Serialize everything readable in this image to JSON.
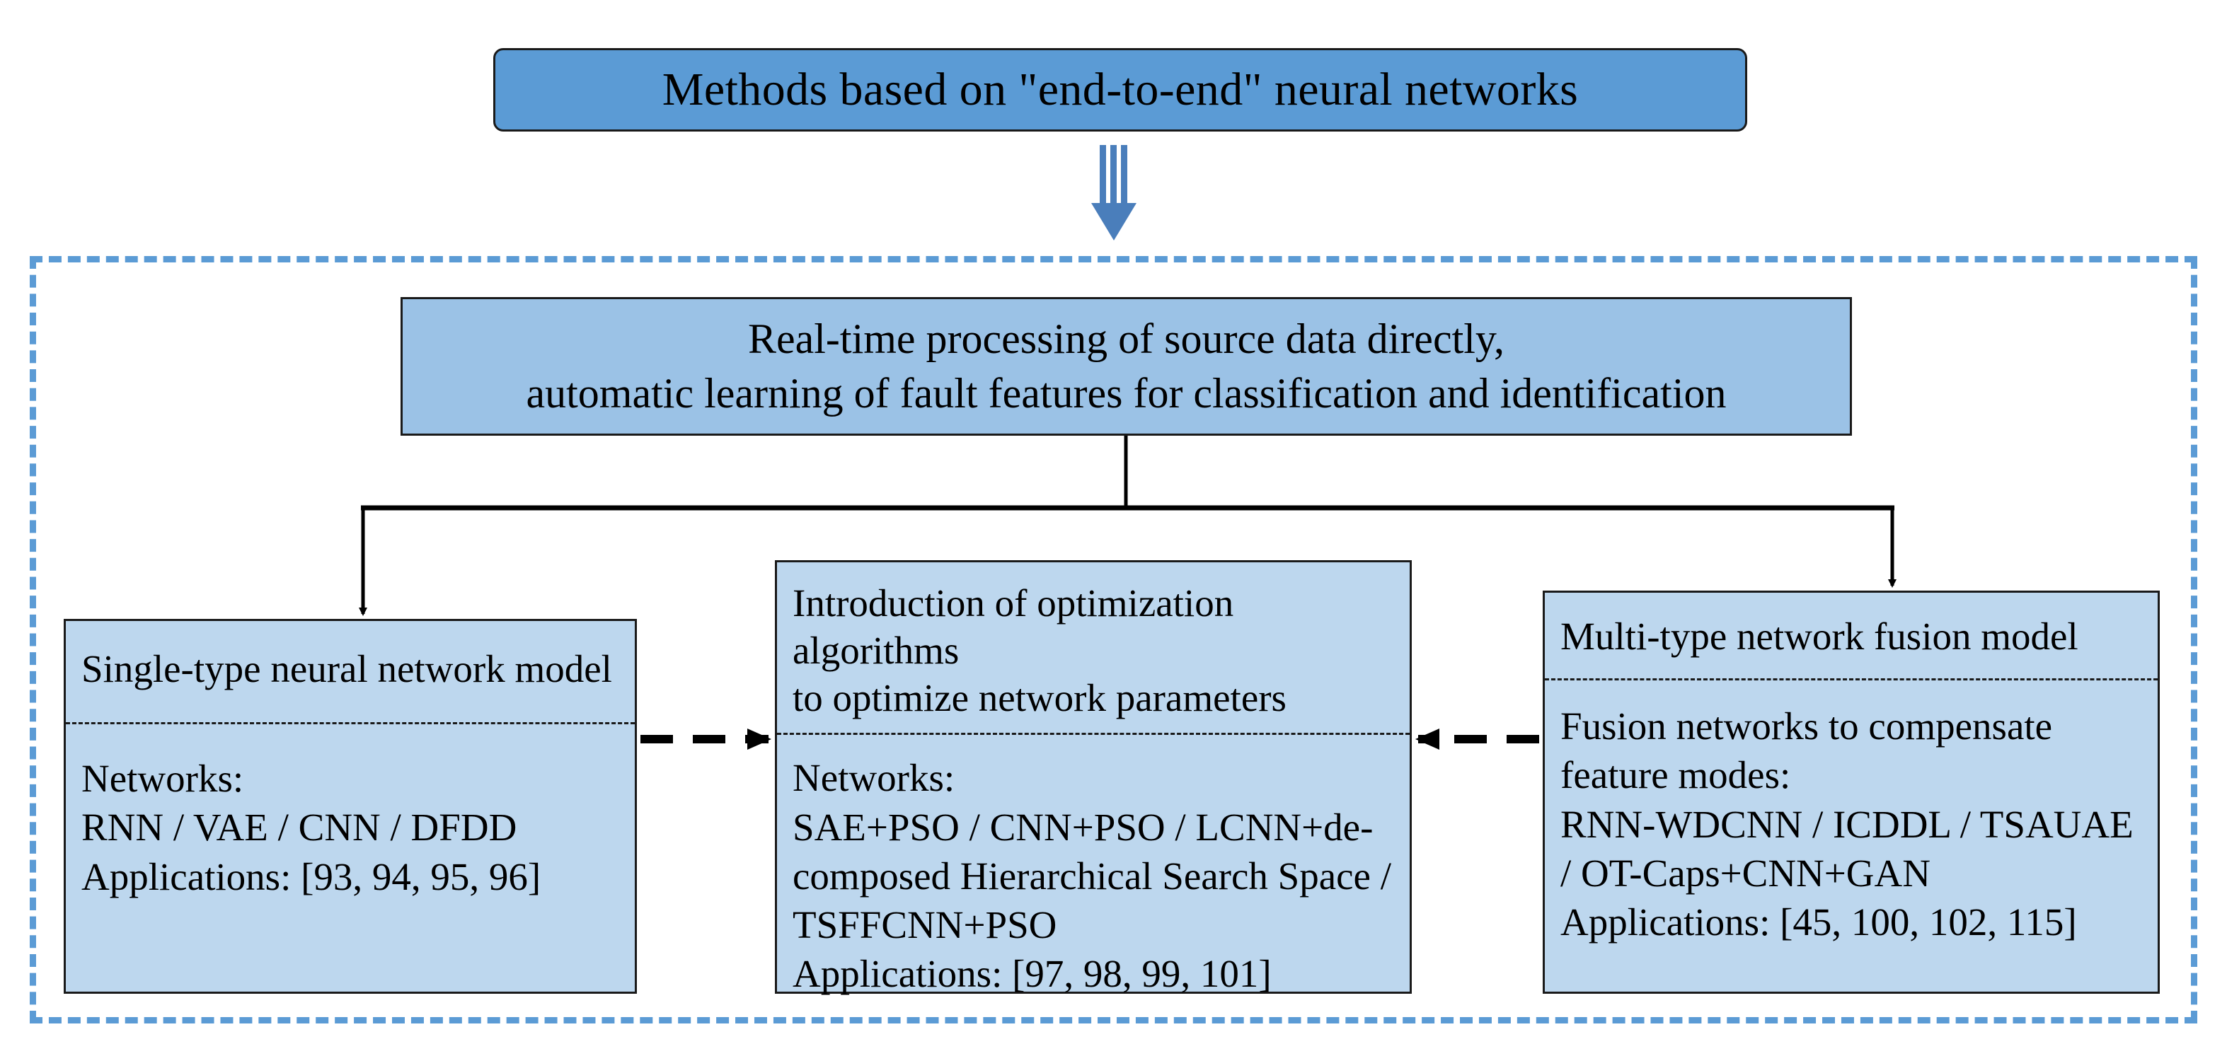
{
  "diagram": {
    "title_box": {
      "label": "Methods based on \"end-to-end\" neural networks"
    },
    "arrow_down": {
      "icon": "double-line-down-arrow-icon"
    },
    "subtitle_box": {
      "line1": "Real-time processing of source data directly,",
      "line2": "automatic learning of fault features for classification and identification"
    },
    "leaves": [
      {
        "id": "single-type",
        "head": "Single-type neural network model",
        "body": "Networks:\nRNN / VAE / CNN / DFDD\nApplications: [93, 94, 95, 96]"
      },
      {
        "id": "optimization",
        "head": "Introduction of optimization algorithms\nto optimize network parameters",
        "body": "Networks:\nSAE+PSO / CNN+PSO / LCNN+de-\ncomposed Hierarchical Search Space /\nTSFFCNN+PSO\nApplications: [97, 98, 99, 101]"
      },
      {
        "id": "multi-type-fusion",
        "head": "Multi-type network fusion model",
        "body": "Fusion networks to compensate\nfeature modes:\nRNN-WDCNN / ICDDL / TSAUAE\n/ OT-Caps+CNN+GAN\nApplications: [45, 100, 102, 115]"
      }
    ],
    "colors": {
      "title_fill": "#5B9BD5",
      "subtitle_fill": "#9BC2E6",
      "leaf_fill": "#BDD7EE",
      "dashed_border": "#5B9BD5",
      "line_stroke": "#000000"
    }
  }
}
